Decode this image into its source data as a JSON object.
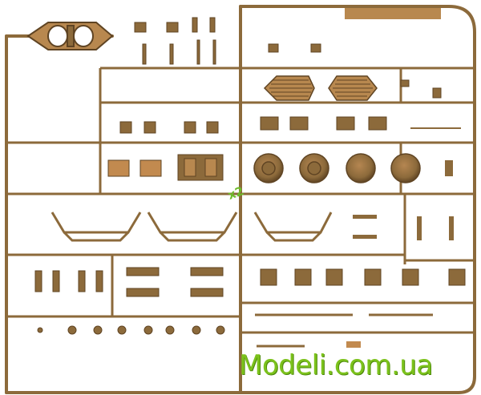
{
  "image": {
    "subject": "plastic model kit sprue",
    "colors": {
      "sprue": "#8c6a3b",
      "sprue_light": "#b8884f",
      "sprue_dark": "#5f4423",
      "tab": "#c28a4f",
      "watermark": "#7cc21c",
      "background": "#ffffff"
    }
  },
  "quantity_mark": "x2",
  "watermark": "Modeli.com.ua"
}
